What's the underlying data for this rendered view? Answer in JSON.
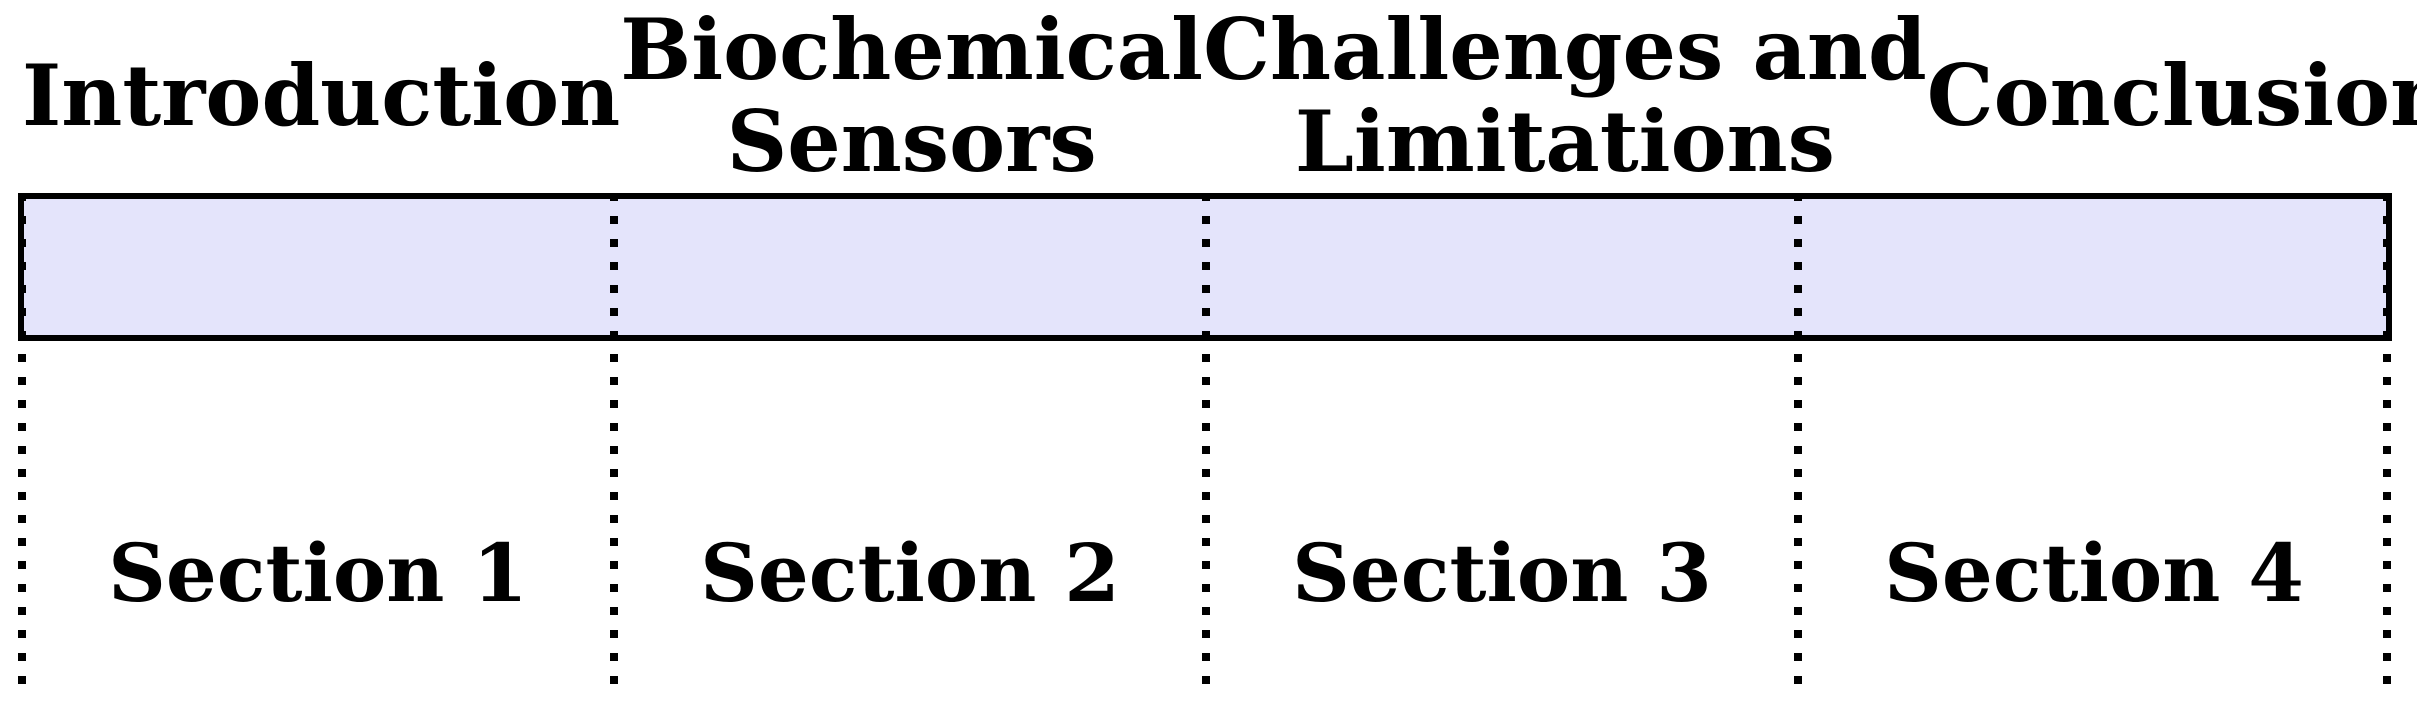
{
  "figure": {
    "description": "Paper structure overview diagram",
    "band_color": "#e4e4fb",
    "line_color": "#000000"
  },
  "columns": [
    {
      "header": "Introduction",
      "header_lines": [
        "Introduction"
      ],
      "section_label": "Section 1"
    },
    {
      "header": "Biochemical Sensors",
      "header_lines": [
        "Biochemical",
        "Sensors"
      ],
      "section_label": "Section 2"
    },
    {
      "header": "Challenges and Limitations",
      "header_lines": [
        "Challenges and",
        "Limitations"
      ],
      "section_label": "Section 3"
    },
    {
      "header": "Conclusions",
      "header_lines": [
        "Conclusions"
      ],
      "section_label": "Section 4"
    }
  ]
}
